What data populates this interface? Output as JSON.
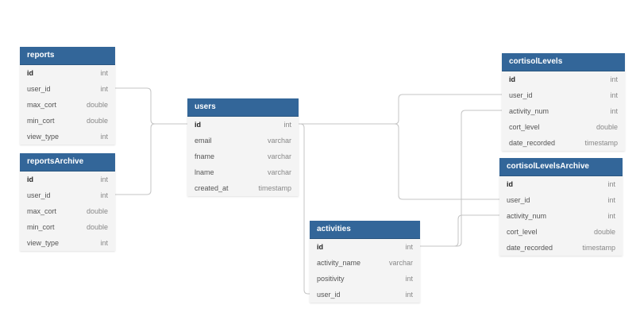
{
  "tables": [
    {
      "key": "reports",
      "title": "reports",
      "fields": [
        {
          "name": "id",
          "type": "int",
          "pk": true
        },
        {
          "name": "user_id",
          "type": "int"
        },
        {
          "name": "max_cort",
          "type": "double"
        },
        {
          "name": "min_cort",
          "type": "double"
        },
        {
          "name": "view_type",
          "type": "int"
        }
      ]
    },
    {
      "key": "reportsArchive",
      "title": "reportsArchive",
      "fields": [
        {
          "name": "id",
          "type": "int",
          "pk": true
        },
        {
          "name": "user_id",
          "type": "int"
        },
        {
          "name": "max_cort",
          "type": "double"
        },
        {
          "name": "min_cort",
          "type": "double"
        },
        {
          "name": "view_type",
          "type": "int"
        }
      ]
    },
    {
      "key": "users",
      "title": "users",
      "fields": [
        {
          "name": "id",
          "type": "int",
          "pk": true
        },
        {
          "name": "email",
          "type": "varchar"
        },
        {
          "name": "fname",
          "type": "varchar"
        },
        {
          "name": "lname",
          "type": "varchar"
        },
        {
          "name": "created_at",
          "type": "timestamp"
        }
      ]
    },
    {
      "key": "activities",
      "title": "activities",
      "fields": [
        {
          "name": "id",
          "type": "int",
          "pk": true
        },
        {
          "name": "activity_name",
          "type": "varchar"
        },
        {
          "name": "positivity",
          "type": "int"
        },
        {
          "name": "user_id",
          "type": "int"
        }
      ]
    },
    {
      "key": "cortisolLevels",
      "title": "cortisolLevels",
      "fields": [
        {
          "name": "id",
          "type": "int",
          "pk": true
        },
        {
          "name": "user_id",
          "type": "int"
        },
        {
          "name": "activity_num",
          "type": "int"
        },
        {
          "name": "cort_level",
          "type": "double"
        },
        {
          "name": "date_recorded",
          "type": "timestamp"
        }
      ]
    },
    {
      "key": "cortisolLevelsArchive",
      "title": "cortisolLevelsArchive",
      "fields": [
        {
          "name": "id",
          "type": "int",
          "pk": true
        },
        {
          "name": "user_id",
          "type": "int"
        },
        {
          "name": "activity_num",
          "type": "int"
        },
        {
          "name": "cort_level",
          "type": "double"
        },
        {
          "name": "date_recorded",
          "type": "timestamp"
        }
      ]
    }
  ],
  "relations": [
    {
      "from": "reports.user_id",
      "to": "users.id"
    },
    {
      "from": "reportsArchive.user_id",
      "to": "users.id"
    },
    {
      "from": "activities.user_id",
      "to": "users.id"
    },
    {
      "from": "cortisolLevels.user_id",
      "to": "users.id"
    },
    {
      "from": "cortisolLevelsArchive.user_id",
      "to": "users.id"
    },
    {
      "from": "cortisolLevels.activity_num",
      "to": "activities.id"
    },
    {
      "from": "cortisolLevelsArchive.activity_num",
      "to": "activities.id"
    }
  ],
  "colors": {
    "header": "#336699",
    "header_text": "#ffffff",
    "body": "#f4f4f4",
    "connector": "#c4c4c4"
  }
}
